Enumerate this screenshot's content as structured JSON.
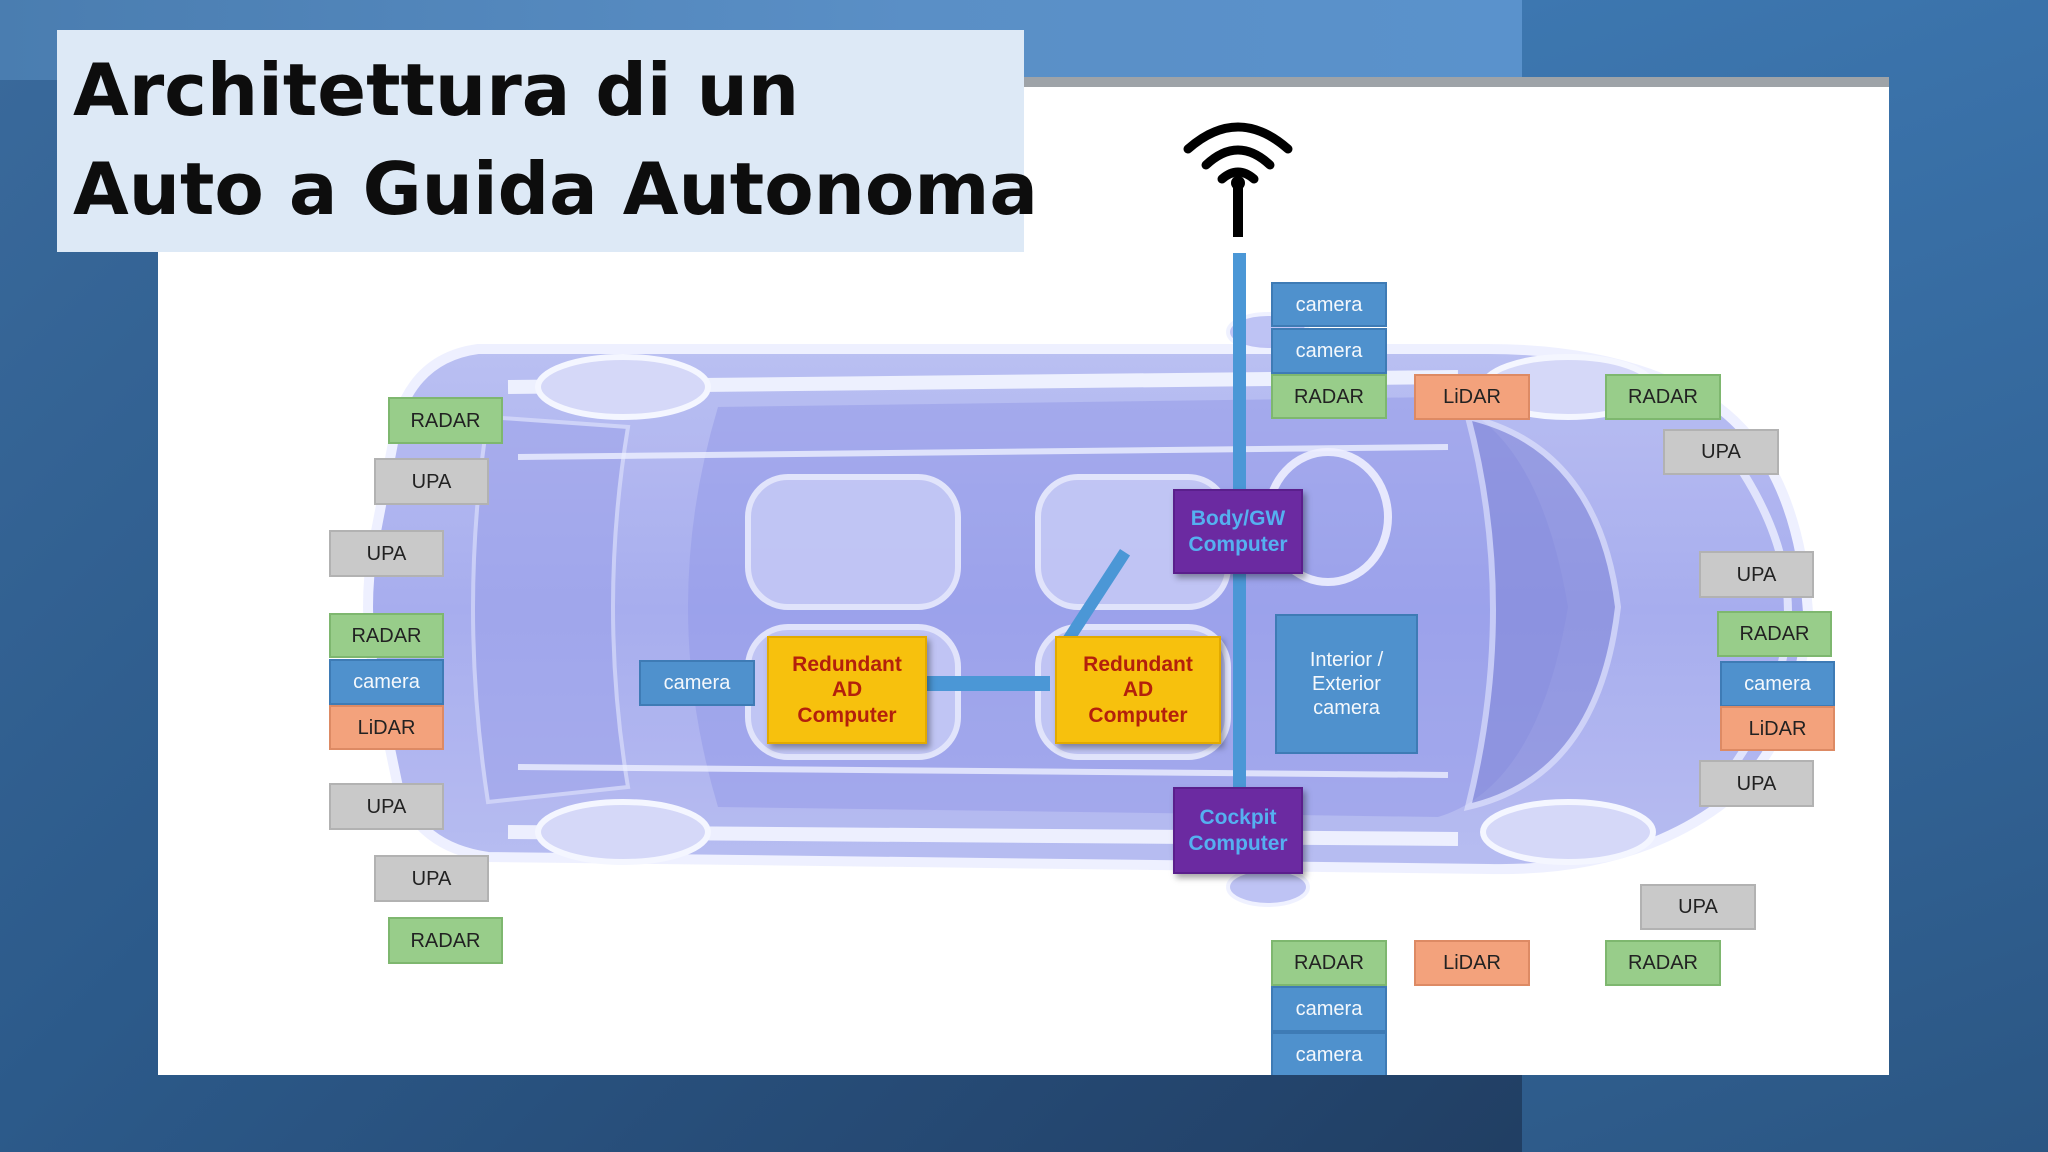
{
  "title": {
    "line1": "Architettura di un",
    "line2": "Auto a Guida Autonoma"
  },
  "labels": {
    "radar": "RADAR",
    "upa": "UPA",
    "camera": "camera",
    "lidar": "LiDAR",
    "redundant_ad_computer": "Redundant\nAD\nComputer",
    "body_gw_computer": "Body/GW\nComputer",
    "cockpit_computer": "Cockpit\nComputer",
    "interior_exterior_camera": "Interior /\nExterior\ncamera"
  },
  "colors": {
    "radar": "#98cd8a",
    "upa": "#c9c9c9",
    "camera": "#4f91cd",
    "lidar": "#f3a27c",
    "computer": "#f7c10d",
    "computer_text": "#b3200c",
    "purple_computer": "#6b2aa1",
    "purple_text": "#55b0f0",
    "wire": "#4b97d6"
  },
  "icons": {
    "antenna": "wifi-antenna-icon",
    "vehicle": "car-xray-illustration"
  }
}
